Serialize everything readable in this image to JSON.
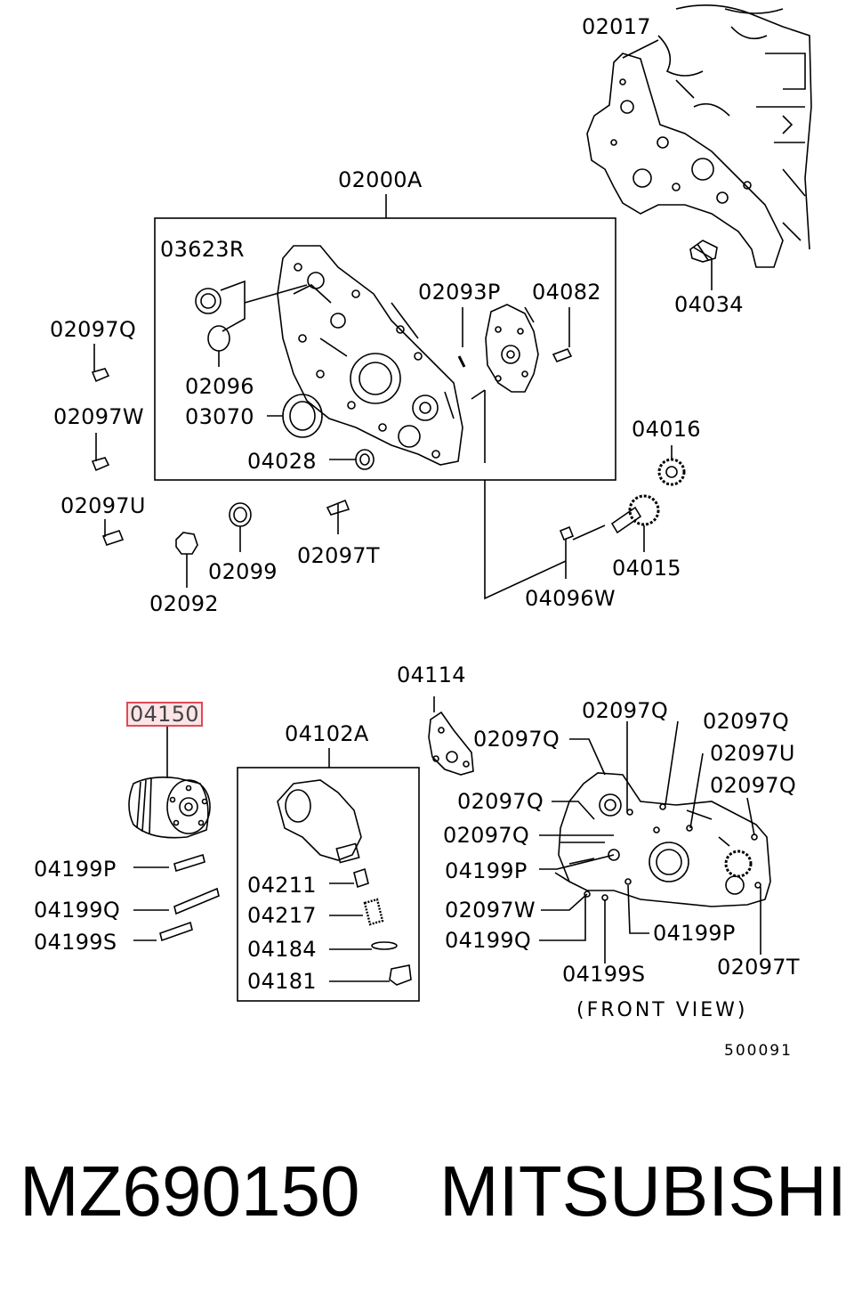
{
  "labels": {
    "l_02017": "02017",
    "l_02000A": "02000A",
    "l_03623R": "03623R",
    "l_02093P": "02093P",
    "l_04082": "04082",
    "l_04034": "04034",
    "l_02097Q_a": "02097Q",
    "l_02096": "02096",
    "l_03070": "03070",
    "l_02097W_a": "02097W",
    "l_04028": "04028",
    "l_04016": "04016",
    "l_02097U_a": "02097U",
    "l_02097T_a": "02097T",
    "l_02099": "02099",
    "l_04015": "04015",
    "l_02092": "02092",
    "l_04096W": "04096W",
    "l_04114": "04114",
    "l_04150": "04150",
    "l_04102A": "04102A",
    "l_02097Q_b": "02097Q",
    "l_02097Q_c": "02097Q",
    "l_02097Q_d": "02097Q",
    "l_02097U_b": "02097U",
    "l_02097Q_e": "02097Q",
    "l_02097Q_f": "02097Q",
    "l_02097Q_g": "02097Q",
    "l_04199P_a": "04199P",
    "l_04211": "04211",
    "l_04199P_b": "04199P",
    "l_04199Q_a": "04199Q",
    "l_04217": "04217",
    "l_02097W_b": "02097W",
    "l_04199S_a": "04199S",
    "l_04184": "04184",
    "l_04199Q_b": "04199Q",
    "l_04199P_c": "04199P",
    "l_04181": "04181",
    "l_02097T_b": "02097T",
    "l_04199S_b": "04199S"
  },
  "view_note": "(FRONT  VIEW)",
  "diagram_code": "500091",
  "footer": {
    "part_number": "MZ690150",
    "brand": "MITSUBISHI"
  },
  "highlight_color": "#e04a55"
}
